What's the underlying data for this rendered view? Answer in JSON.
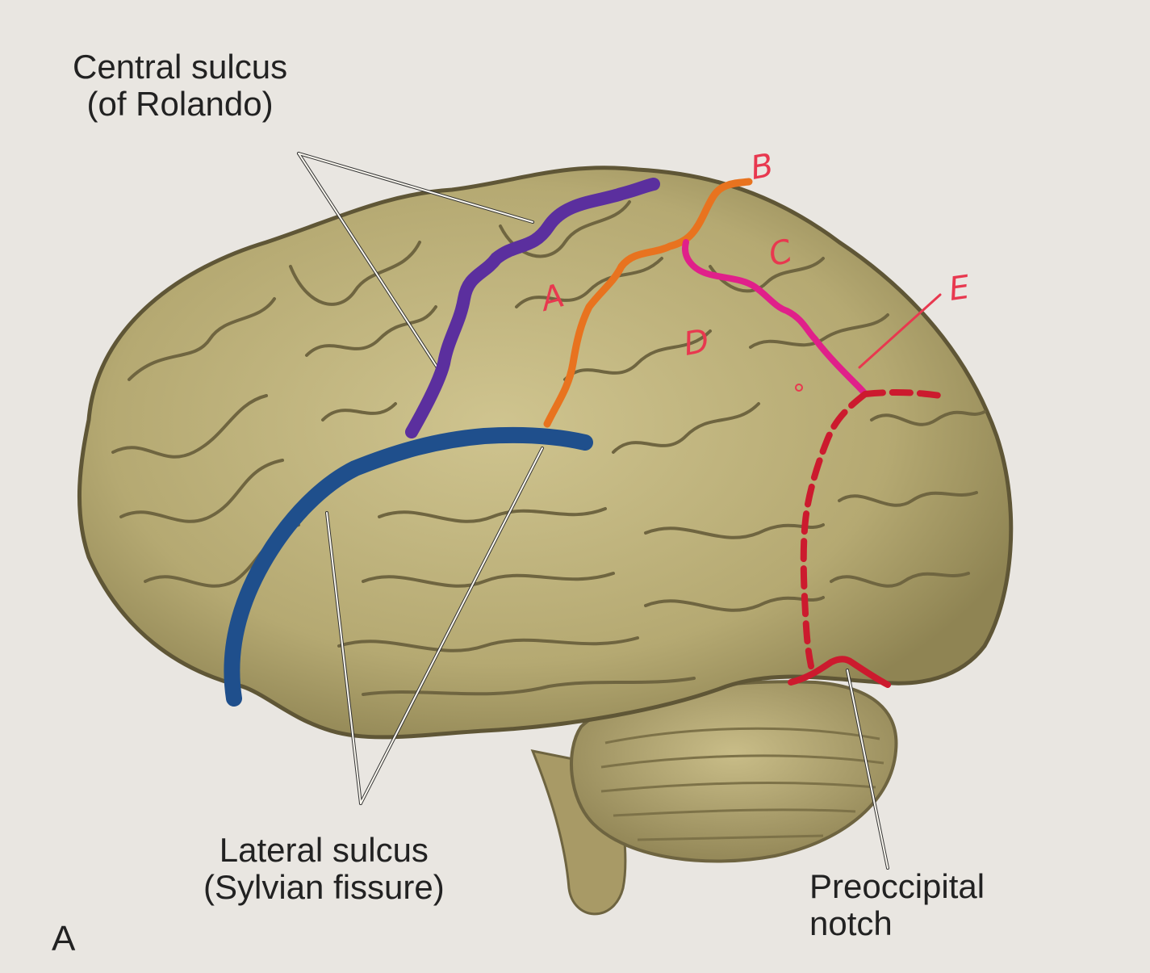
{
  "annotations": {
    "central_sulcus": [
      "Central sulcus",
      "(of Rolando)"
    ],
    "lateral_sulcus": [
      "Lateral sulcus",
      "(Sylvian fissure)"
    ],
    "preoccipital_notch": [
      "Preoccipital",
      "notch"
    ],
    "panel_letter": "A"
  },
  "handwritten_letters": [
    "A",
    "B",
    "C",
    "D",
    "E"
  ],
  "colors": {
    "background": "#e9e6e1",
    "brain_tissue": "#b9ad78",
    "central_sulcus_trace": "#5b2f9e",
    "lateral_sulcus_trace": "#1f4f8c",
    "line_B_trace": "#e8731f",
    "line_C_trace": "#e0208a",
    "occipital_boundary_trace": "#cc1a2e",
    "handwriting": "#e8384f"
  }
}
